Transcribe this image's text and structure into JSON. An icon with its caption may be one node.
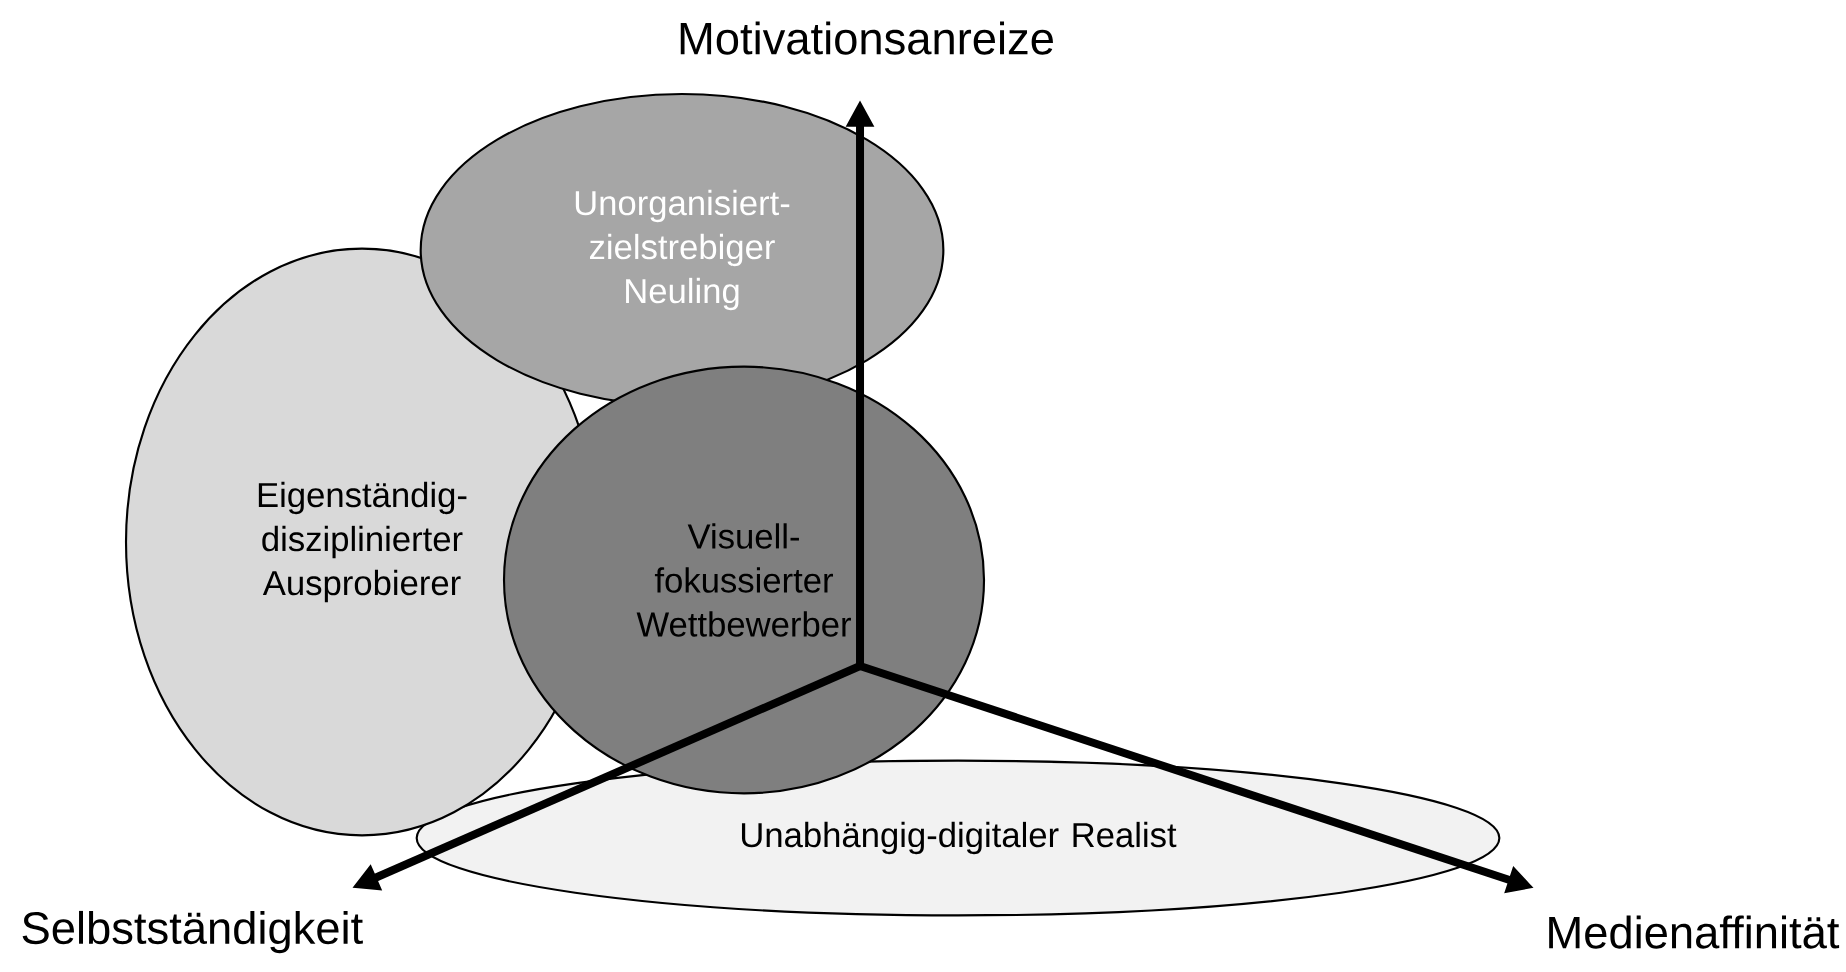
{
  "diagram": {
    "nodes": [
      {
        "text": [
          "Unorganisiert-zielstrebiger Neuling"
        ]
      },
      {
        "text": [
          "Eigenständig-disziplinierter Ausprobierer"
        ]
      },
      {
        "text": [
          "Visuell-fokussierter Wettbewerber"
        ]
      },
      {
        "text": [
          "Unabhängig-digitaler Realist"
        ]
      }
    ],
    "labels": [
      "Motivationsanreize",
      "Selbstständigkeit",
      "Medienaffinität"
    ]
  }
}
